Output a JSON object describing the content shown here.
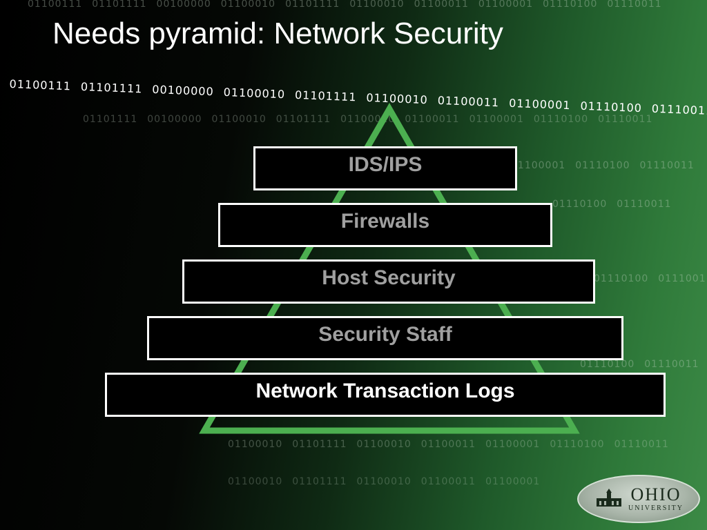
{
  "slide": {
    "title": "Needs pyramid: Network Security"
  },
  "pyramid": {
    "levels": [
      {
        "label": "IDS/IPS",
        "color": "#a0a0a0"
      },
      {
        "label": "Firewalls",
        "color": "#a0a0a0"
      },
      {
        "label": "Host Security",
        "color": "#a0a0a0"
      },
      {
        "label": "Security Staff",
        "color": "#a0a0a0"
      },
      {
        "label": "Network Transaction Logs",
        "color": "#ffffff"
      }
    ],
    "outline_color": "#4caf50"
  },
  "background": {
    "binary_words": [
      "01100111",
      "01101111",
      "00100000",
      "01100010",
      "01101111",
      "01100010",
      "01100011",
      "01100001",
      "01110100",
      "01110011"
    ]
  },
  "logo": {
    "name": "OHIO",
    "subtitle": "UNIVERSITY"
  }
}
